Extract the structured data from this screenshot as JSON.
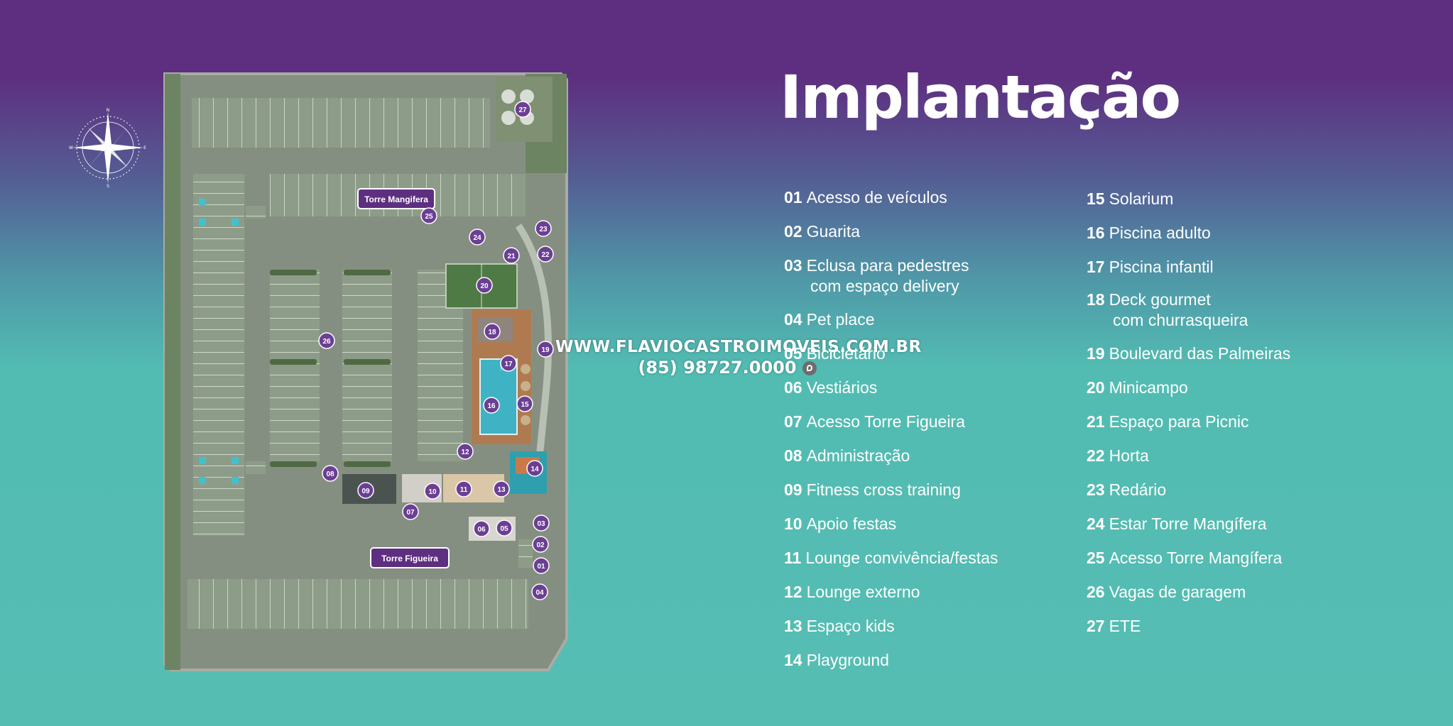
{
  "page": {
    "title": "Implantação"
  },
  "compass": {
    "icon": "compass-rose-icon",
    "letters": [
      "N",
      "E",
      "S",
      "W"
    ]
  },
  "map": {
    "towers": [
      "Torre Mangifera",
      "Torre Figueira"
    ],
    "markers": [
      "27",
      "25",
      "24",
      "23",
      "22",
      "21",
      "20",
      "26",
      "18",
      "19",
      "17",
      "16",
      "15",
      "12",
      "14",
      "08",
      "09",
      "10",
      "11",
      "13",
      "07",
      "03",
      "06",
      "05",
      "02",
      "01",
      "04"
    ]
  },
  "legend": {
    "left": [
      {
        "num": "01",
        "text": "Acesso de veículos"
      },
      {
        "num": "02",
        "text": "Guarita"
      },
      {
        "num": "03",
        "text": "Eclusa para pedestres",
        "cont": "com espaço delivery"
      },
      {
        "num": "04",
        "text": "Pet place"
      },
      {
        "num": "05",
        "text": "Bicicletário"
      },
      {
        "num": "06",
        "text": "Vestiários"
      },
      {
        "num": "07",
        "text": "Acesso Torre Figueira"
      },
      {
        "num": "08",
        "text": "Administração"
      },
      {
        "num": "09",
        "text": "Fitness cross training"
      },
      {
        "num": "10",
        "text": "Apoio festas"
      },
      {
        "num": "11",
        "text": "Lounge convivência/festas"
      },
      {
        "num": "12",
        "text": "Lounge externo"
      },
      {
        "num": "13",
        "text": "Espaço kids"
      },
      {
        "num": "14",
        "text": "Playground"
      }
    ],
    "right": [
      {
        "num": "15",
        "text": "Solarium"
      },
      {
        "num": "16",
        "text": "Piscina adulto"
      },
      {
        "num": "17",
        "text": "Piscina infantil"
      },
      {
        "num": "18",
        "text": "Deck gourmet",
        "cont": "com churrasqueira"
      },
      {
        "num": "19",
        "text": "Boulevard das Palmeiras"
      },
      {
        "num": "20",
        "text": "Minicampo"
      },
      {
        "num": "21",
        "text": "Espaço para Picnic"
      },
      {
        "num": "22",
        "text": "Horta"
      },
      {
        "num": "23",
        "text": "Redário"
      },
      {
        "num": "24",
        "text": "Estar Torre Mangífera"
      },
      {
        "num": "25",
        "text": "Acesso Torre Mangífera"
      },
      {
        "num": "26",
        "text": "Vagas de garagem"
      },
      {
        "num": "27",
        "text": "ETE"
      }
    ]
  },
  "watermark": {
    "site": "WWW.FLAVIOCASTROIMOVEIS.COM.BR",
    "phone": "(85) 98727.0000"
  },
  "colors": {
    "marker": "#6b3f93",
    "tower_label": "#5e2f80",
    "ground": "#8a9a85",
    "grass": "#6f8c63"
  }
}
